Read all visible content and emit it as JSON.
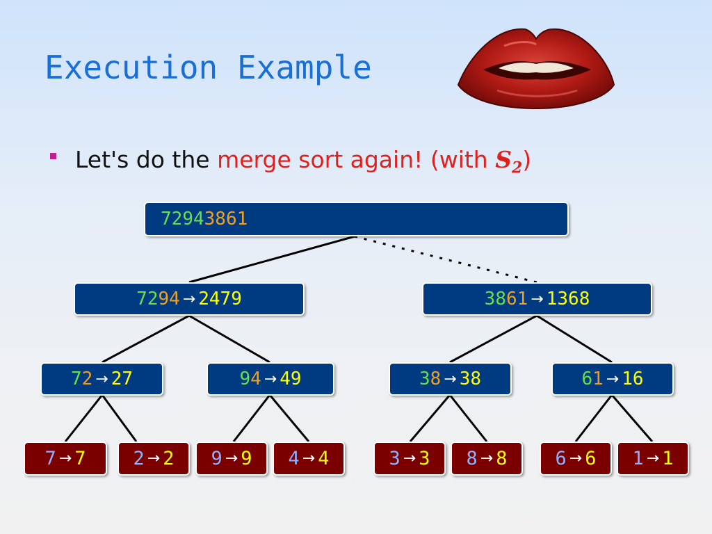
{
  "slide": {
    "title": "Execution Example",
    "bullet": {
      "prefix": "Let's do the ",
      "highlight": "merge sort again! (with ",
      "symbol": "S",
      "subscript": "2",
      "suffix": ")"
    }
  },
  "colors": {
    "title": "#1a6fd6",
    "node_blue": "#003a80",
    "node_leaf": "#7a0000",
    "first_half": "#66e04a",
    "second_half": "#f0a020",
    "sorted": "#ffff00",
    "leaf_input": "#8fb0ff",
    "highlight": "#e0201c",
    "bullet": "#c0208f"
  },
  "tree": {
    "root": {
      "input": [
        "7",
        "2",
        "9",
        "4",
        "3",
        "8",
        "6",
        "1"
      ]
    },
    "level1": [
      {
        "input": [
          "7",
          "2",
          "9",
          "4"
        ],
        "arrow": "→",
        "output": [
          "2",
          "4",
          "7",
          "9"
        ]
      },
      {
        "input": [
          "3",
          "8",
          "6",
          "1"
        ],
        "arrow": "→",
        "output": [
          "1",
          "3",
          "6",
          "8"
        ]
      }
    ],
    "level2": [
      {
        "input": [
          "7",
          "2"
        ],
        "arrow": "→",
        "output": [
          "2",
          "7"
        ]
      },
      {
        "input": [
          "9",
          "4"
        ],
        "arrow": "→",
        "output": [
          "4",
          "9"
        ]
      },
      {
        "input": [
          "3",
          "8"
        ],
        "arrow": "→",
        "output": [
          "3",
          "8"
        ]
      },
      {
        "input": [
          "6",
          "1"
        ],
        "arrow": "→",
        "output": [
          "1",
          "6"
        ]
      }
    ],
    "leaves": [
      {
        "input": "7",
        "arrow": "→",
        "output": "7"
      },
      {
        "input": "2",
        "arrow": "→",
        "output": "2"
      },
      {
        "input": "9",
        "arrow": "→",
        "output": "9"
      },
      {
        "input": "4",
        "arrow": "→",
        "output": "4"
      },
      {
        "input": "3",
        "arrow": "→",
        "output": "3"
      },
      {
        "input": "8",
        "arrow": "→",
        "output": "8"
      },
      {
        "input": "6",
        "arrow": "→",
        "output": "6"
      },
      {
        "input": "1",
        "arrow": "→",
        "output": "1"
      }
    ]
  }
}
